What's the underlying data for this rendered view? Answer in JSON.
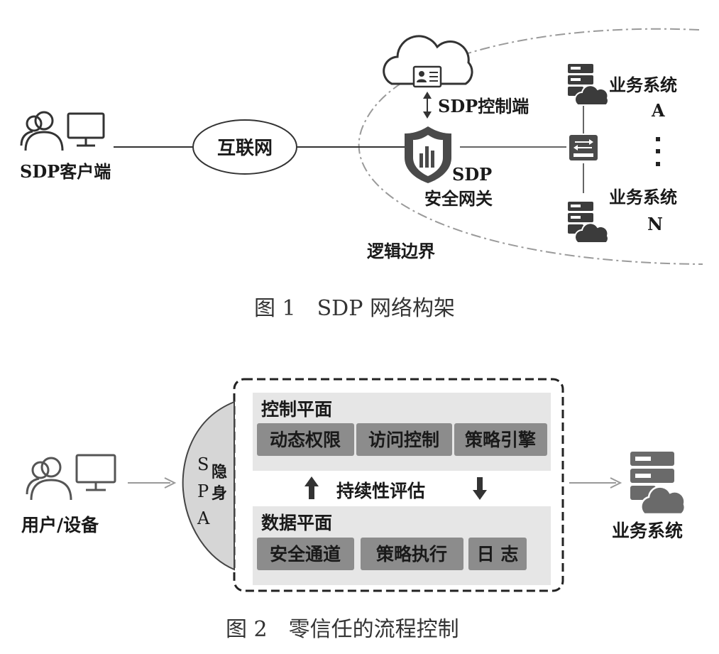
{
  "figure1": {
    "client_label": "SDP客户端",
    "internet_label": "互联网",
    "controller_label": "SDP控制端",
    "gateway_label_1": "SDP",
    "gateway_label_2": "安全网关",
    "boundary_label": "逻辑边界",
    "system_a_label_1": "业务系统",
    "system_a_label_2": "A",
    "system_n_label_1": "业务系统",
    "system_n_label_2": "N",
    "caption": "图 1　SDP 网络构架",
    "icons": [
      "user-computer-icon",
      "cloud-icon",
      "id-card-icon",
      "shield-icon",
      "server-icon",
      "switch-icon"
    ]
  },
  "figure2": {
    "user_label": "用户/设备",
    "spa_letters": [
      "S",
      "P",
      "A"
    ],
    "hide_chars": [
      "隐",
      "身"
    ],
    "control_plane": {
      "title": "控制平面",
      "modules": [
        "动态权限",
        "访问控制",
        "策略引擎"
      ]
    },
    "evaluation_label": "持续性评估",
    "data_plane": {
      "title": "数据平面",
      "modules": [
        "安全通道",
        "策略执行",
        "日 志"
      ]
    },
    "system_label": "业务系统",
    "caption": "图 2　零信任的流程控制",
    "colors": {
      "panel": "#e6e6e6",
      "module": "#8c8c8c",
      "spa_fill": "#d6d6d6"
    }
  }
}
